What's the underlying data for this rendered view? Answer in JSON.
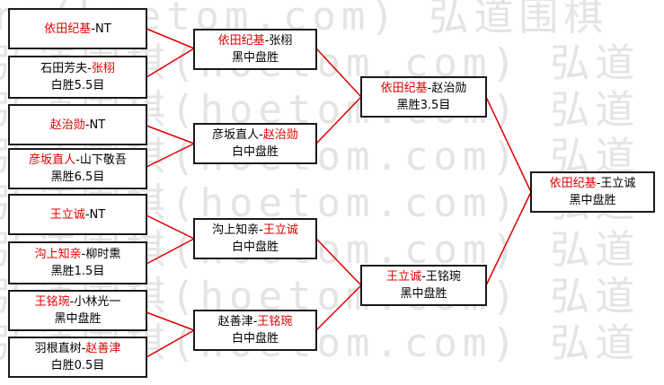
{
  "watermark": {
    "lines": [
      "rg(hoetom.com) 弘道围棋",
      "弘道围棋(hoetom.com) 弘道",
      "弘道围棋(hoetom.com) 弘道",
      "弘道围棋(hoetom.com) 弘道",
      "弘道围棋(hoetom.com) 弘道",
      "弘道围棋(hoetom.com) 弘道",
      "弘道围棋(hoetom.com) 弘道",
      "弘道围棋(hoetom.com) 弘道"
    ]
  },
  "colors": {
    "winner": "#e00000",
    "line": "#e00000"
  },
  "round1": [
    {
      "a": "依田纪基",
      "sep": "-",
      "b": "NT",
      "winner": "a",
      "result": ""
    },
    {
      "a": "石田芳夫",
      "sep": "-",
      "b": "张栩",
      "winner": "b",
      "result": "白胜5.5目"
    },
    {
      "a": "赵治勋",
      "sep": "-",
      "b": "NT",
      "winner": "a",
      "result": ""
    },
    {
      "a": "彦坂直人",
      "sep": "-",
      "b": "山下敬吾",
      "winner": "a",
      "result": "黑胜6.5目"
    },
    {
      "a": "王立诚",
      "sep": "-",
      "b": "NT",
      "winner": "a",
      "result": ""
    },
    {
      "a": "沟上知亲",
      "sep": "-",
      "b": "柳时熏",
      "winner": "a",
      "result": "黑胜1.5目"
    },
    {
      "a": "王铭琬",
      "sep": "-",
      "b": "小林光一",
      "winner": "a",
      "result": "黑中盘胜"
    },
    {
      "a": "羽根直树",
      "sep": "-",
      "b": "赵善津",
      "winner": "b",
      "result": "白胜0.5目"
    }
  ],
  "round2": [
    {
      "a": "依田纪基",
      "sep": "-",
      "b": "张栩",
      "winner": "a",
      "result": "黑中盘胜"
    },
    {
      "a": "彦坂直人",
      "sep": "-",
      "b": "赵治勋",
      "winner": "b",
      "result": "白中盘胜"
    },
    {
      "a": "沟上知亲",
      "sep": "-",
      "b": "王立诚",
      "winner": "b",
      "result": "白中盘胜"
    },
    {
      "a": "赵善津",
      "sep": "-",
      "b": "王铭琬",
      "winner": "b",
      "result": "白中盘胜"
    }
  ],
  "round3": [
    {
      "a": "依田纪基",
      "sep": "-",
      "b": "赵治勋",
      "winner": "a",
      "result": "黑胜3.5目"
    },
    {
      "a": "王立诚",
      "sep": "-",
      "b": "王铭琬",
      "winner": "a",
      "result": "黑中盘胜"
    }
  ],
  "final": [
    {
      "a": "依田纪基",
      "sep": "-",
      "b": "王立诚",
      "winner": "a",
      "result": "黑中盘胜"
    }
  ]
}
